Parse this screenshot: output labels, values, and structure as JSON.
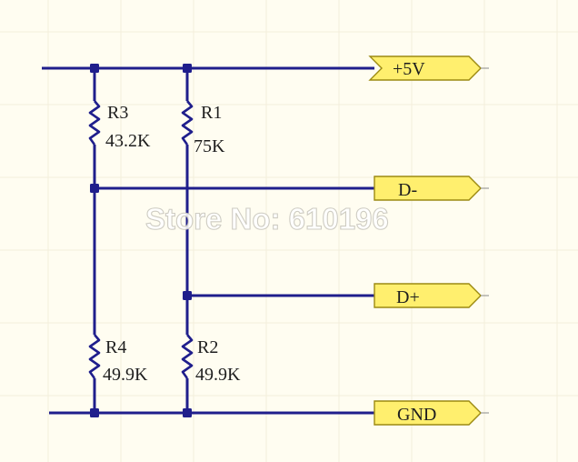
{
  "colors": {
    "background": "#FFFDF1",
    "wire": "#1F1E8C",
    "port_fill": "#FFEF6E",
    "port_border": "#9C8A12"
  },
  "ports": {
    "p5v": "+5V",
    "dminus": "D-",
    "dplus": "D+",
    "gnd": "GND"
  },
  "resistors": {
    "r3": {
      "ref": "R3",
      "value": "43.2K"
    },
    "r1": {
      "ref": "R1",
      "value": "75K"
    },
    "r4": {
      "ref": "R4",
      "value": "49.9K"
    },
    "r2": {
      "ref": "R2",
      "value": "49.9K"
    }
  },
  "watermark": "Store No: 610196"
}
